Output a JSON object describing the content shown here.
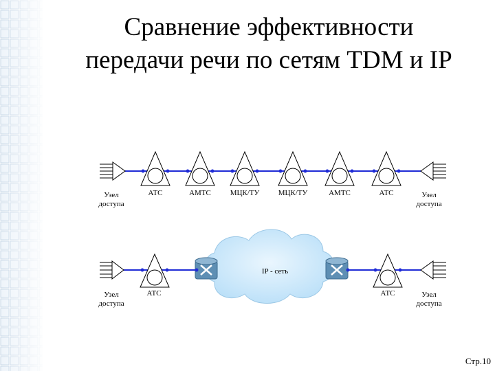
{
  "title": {
    "line1": "Сравнение эффективности",
    "line2": "передачи речи по сетям TDM и IP"
  },
  "tdm_chain": {
    "nodes": [
      {
        "label_line1": "Узел",
        "label_line2": "доступа"
      },
      {
        "label_line1": "АТС",
        "label_line2": ""
      },
      {
        "label_line1": "АМТС",
        "label_line2": ""
      },
      {
        "label_line1": "МЦК/ТУ",
        "label_line2": ""
      },
      {
        "label_line1": "МЦК/ТУ",
        "label_line2": ""
      },
      {
        "label_line1": "АМТС",
        "label_line2": ""
      },
      {
        "label_line1": "АТС",
        "label_line2": ""
      },
      {
        "label_line1": "Узел",
        "label_line2": "доступа"
      }
    ]
  },
  "ip_chain": {
    "nodes": [
      {
        "label_line1": "Узел",
        "label_line2": "доступа"
      },
      {
        "label_line1": "АТС",
        "label_line2": ""
      },
      {
        "label_line1": "АТС",
        "label_line2": ""
      },
      {
        "label_line1": "Узел",
        "label_line2": "доступа"
      }
    ],
    "cloud_label": "IP - сеть"
  },
  "colors": {
    "link": "#1f2bd6",
    "node_dot": "#1f2bd6",
    "cloud_fill": "#c8e7fb",
    "router": "#5e8fb4",
    "grid": "#bfd3e6"
  },
  "footer": {
    "page": "Стр.10"
  }
}
